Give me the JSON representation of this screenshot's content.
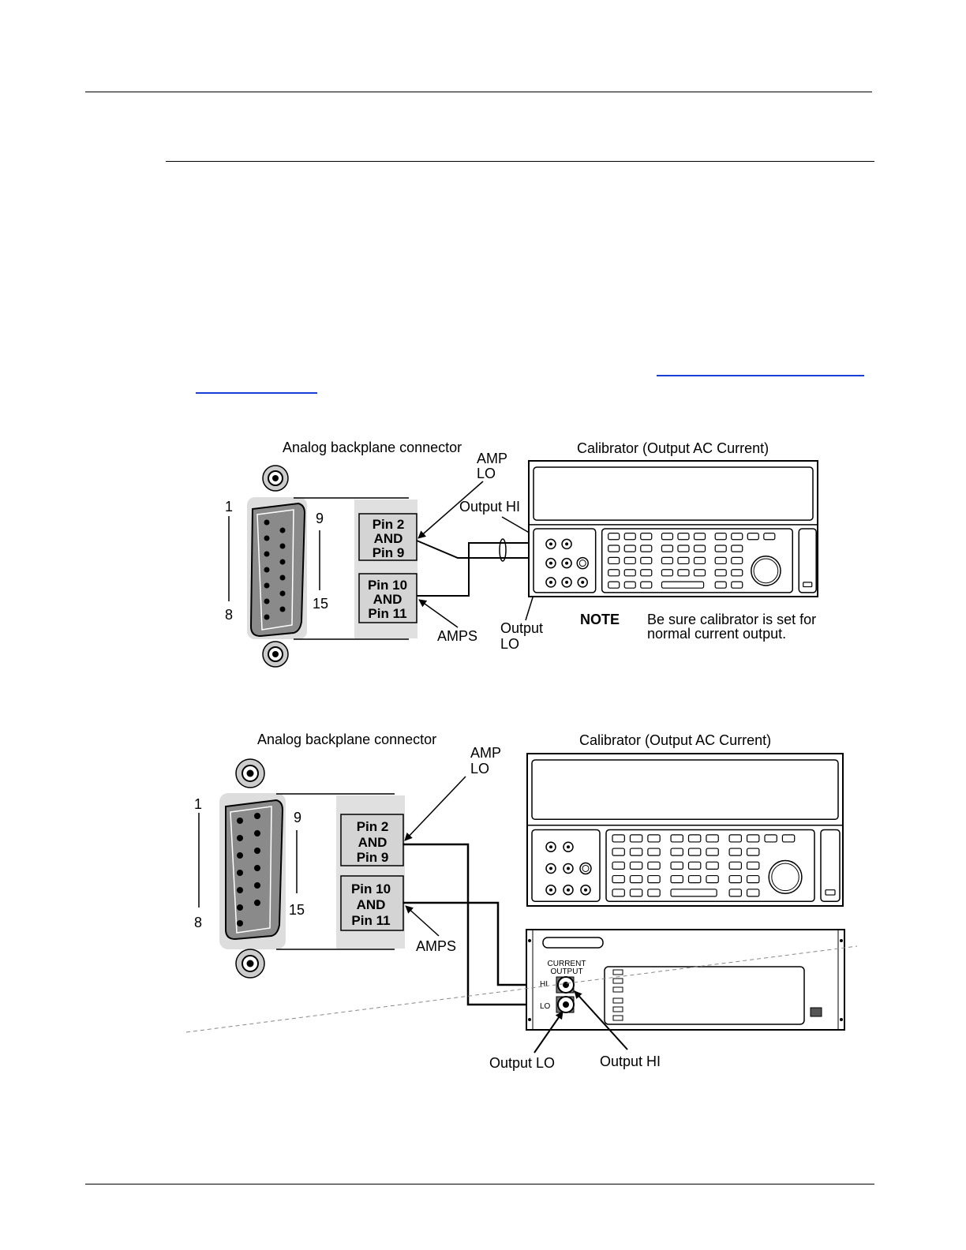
{
  "figure1": {
    "connector_title": "Analog backplane connector",
    "calibrator_title": "Calibrator (Output AC Current)",
    "pin_numbers": {
      "top_left": "1",
      "bottom_left": "8",
      "top_right": "9",
      "bottom_right": "15"
    },
    "box_top": [
      "Pin 2",
      "AND",
      "Pin 9"
    ],
    "box_bottom": [
      "Pin 10",
      "AND",
      "Pin 11"
    ],
    "amp_lo": [
      "AMP",
      "LO"
    ],
    "amps": "AMPS",
    "output_hi": "Output HI",
    "output_lo": [
      "Output",
      "LO"
    ],
    "note_label": "NOTE",
    "note_text": [
      "Be sure calibrator is set for",
      "normal current output."
    ]
  },
  "figure2": {
    "connector_title": "Analog backplane connector",
    "calibrator_title": "Calibrator (Output AC Current)",
    "pin_numbers": {
      "top_left": "1",
      "bottom_left": "8",
      "top_right": "9",
      "bottom_right": "15"
    },
    "box_top": [
      "Pin 2",
      "AND",
      "Pin 9"
    ],
    "box_bottom": [
      "Pin 10",
      "AND",
      "Pin 11"
    ],
    "amp_lo": [
      "AMP",
      "LO"
    ],
    "amps": "AMPS",
    "amplifier_panel": {
      "current_output": [
        "CURRENT",
        "OUTPUT"
      ],
      "hi": "HI",
      "lo": "LO"
    },
    "output_lo": "Output LO",
    "output_hi": "Output HI"
  }
}
